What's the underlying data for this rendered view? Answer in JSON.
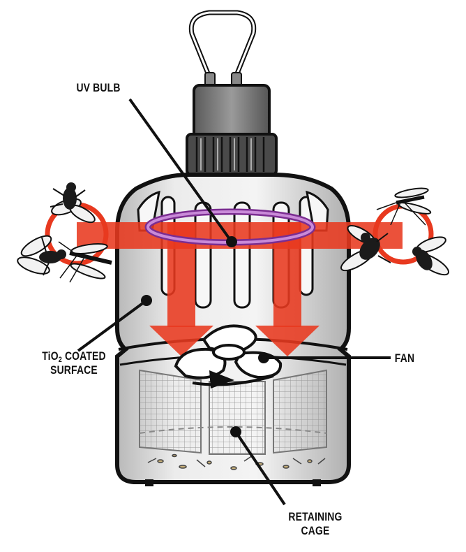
{
  "labels": {
    "uv_bulb": "UV BULB",
    "tio2_prefix": "TiO",
    "tio2_sub": "2",
    "tio2_rest": " COATED",
    "surface": "SURFACE",
    "fan": "FAN",
    "retaining": "RETAINING",
    "cage": "CAGE"
  },
  "colors": {
    "outline": "#111111",
    "body": "#e4e4e4",
    "body_dark": "#bdbdbd",
    "cap": "#7a7a7a",
    "airflow": "#e8391f",
    "ring": "#a659b8",
    "cage_grid": "#9a9a9a"
  }
}
